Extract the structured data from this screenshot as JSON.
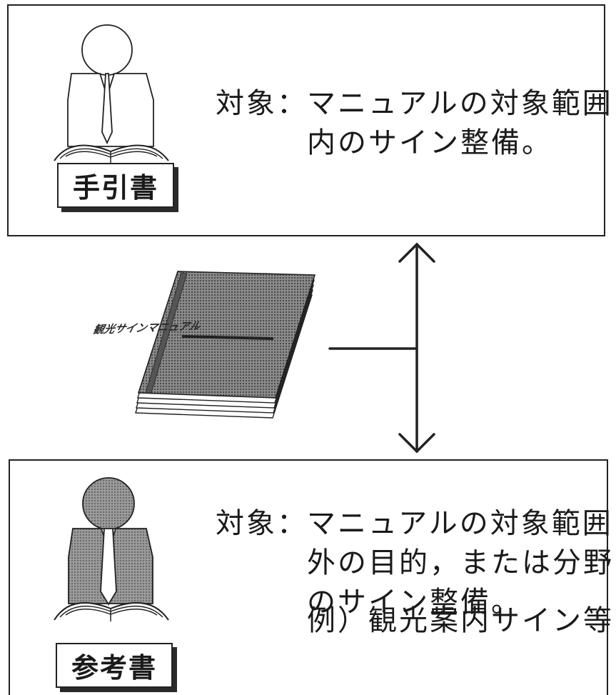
{
  "top": {
    "label": "手引書",
    "desc_lead": "対象：",
    "desc_line1": "マニュアルの対象範囲",
    "desc_line2": "内のサイン整備。"
  },
  "middle": {
    "manual_cover_title": "観光サインマニュアル"
  },
  "bottom": {
    "label": "参考書",
    "desc_lead": "対象：",
    "desc_line1": "マニュアルの対象範囲",
    "desc_line2": "外の目的，または分野",
    "desc_line3": "のサイン整備。",
    "example": "例）観光案内サイン等"
  },
  "colors": {
    "line": "#222222",
    "shade": "#7a7a7a",
    "shade_dark": "#5a5a5a"
  }
}
